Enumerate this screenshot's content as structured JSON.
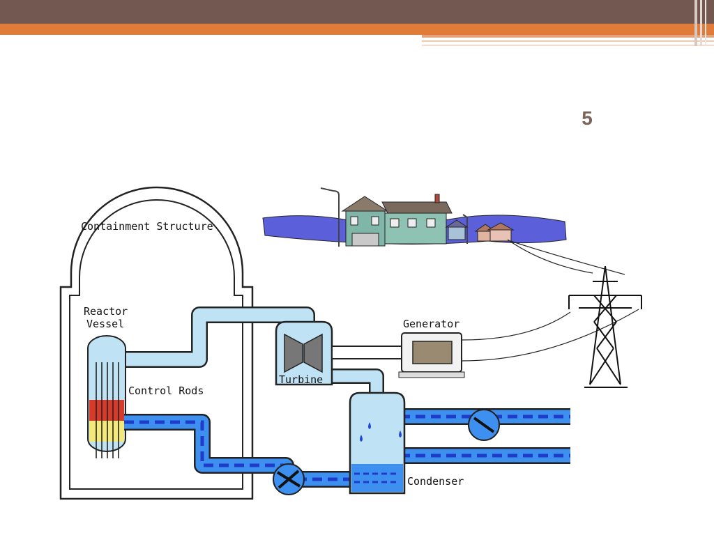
{
  "slide": {
    "number": "5"
  },
  "colors": {
    "header": "#725851",
    "accent": "#e07b3a",
    "steam": "#bfe3f5",
    "water": "#1e4bd2",
    "sky": "#5b5fd9"
  },
  "diagram": {
    "labels": {
      "containment": "Containment Structure",
      "reactor_line1": "Reactor",
      "reactor_line2": "Vessel",
      "control_rods": "Control Rods",
      "generator": "Generator",
      "turbine": "Turbine",
      "condenser": "Condenser"
    }
  }
}
